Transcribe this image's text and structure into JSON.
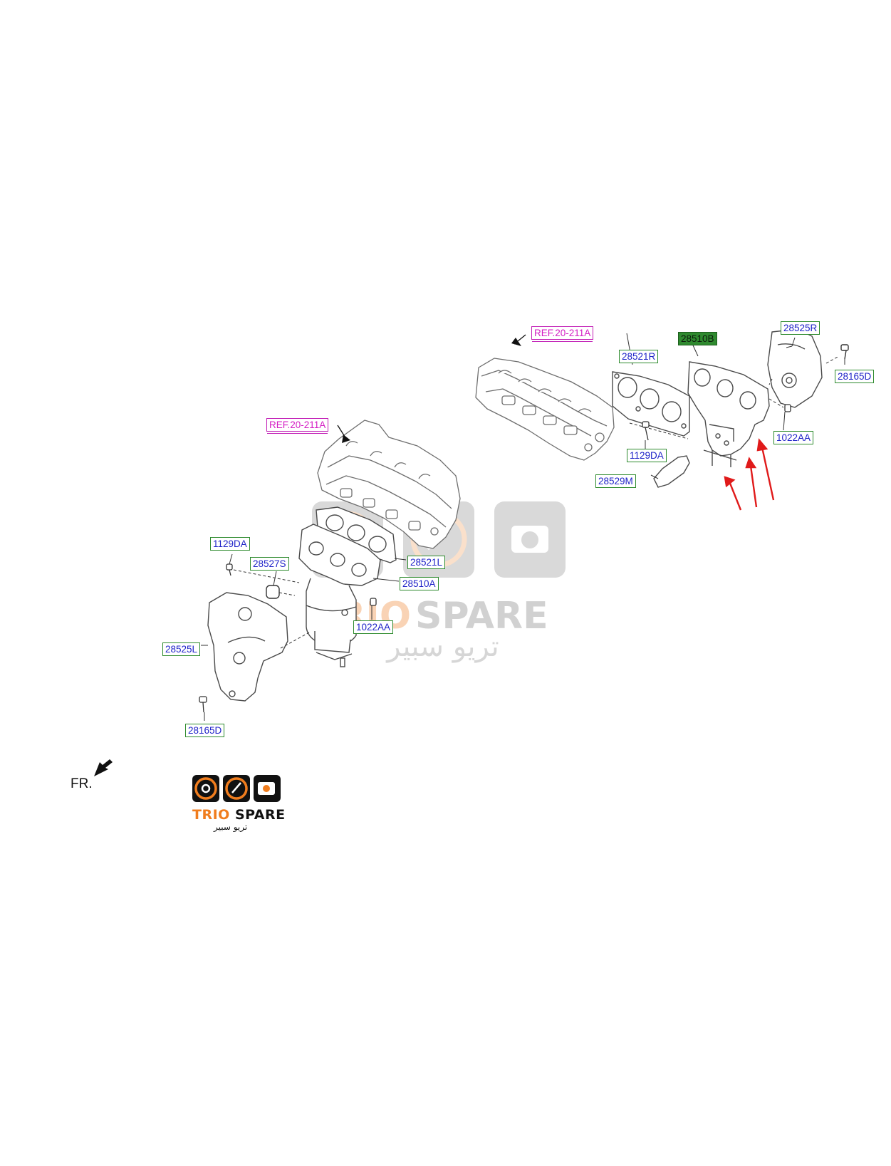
{
  "diagram": {
    "callouts": {
      "ref_right": "REF.20-211A",
      "ref_left": "REF.20-211A",
      "p28521R": "28521R",
      "p28510B": "28510B",
      "p28525R": "28525R",
      "p28165D_right": "28165D",
      "p1022AA_right": "1022AA",
      "p1129DA_right": "1129DA",
      "p28529M": "28529M",
      "p1129DA_left": "1129DA",
      "p28527S": "28527S",
      "p28521L": "28521L",
      "p28510A": "28510A",
      "p1022AA_left": "1022AA",
      "p28525L": "28525L",
      "p28165D_left": "28165D"
    },
    "orientation_label": "FR.",
    "selected_part": "28510B",
    "arrow_color": "#e01a1a"
  },
  "watermark": {
    "brand": "TRIO SPARE",
    "brand_trio": "TRIO",
    "brand_spare": "SPARE",
    "arabic": "تريو سبير"
  },
  "logo": {
    "brand_trio": "TRIO",
    "brand_spare": "SPARE",
    "arabic": "تريو سبير",
    "accent_color": "#f07d1e",
    "icons": [
      "brake-disc-icon",
      "speedometer-icon",
      "engine-icon"
    ]
  },
  "colors": {
    "callout_text": "#1f23c8",
    "callout_border": "#2e8b2e",
    "ref_text": "#d41cc4",
    "selected_fill": "#2f8a2f"
  }
}
